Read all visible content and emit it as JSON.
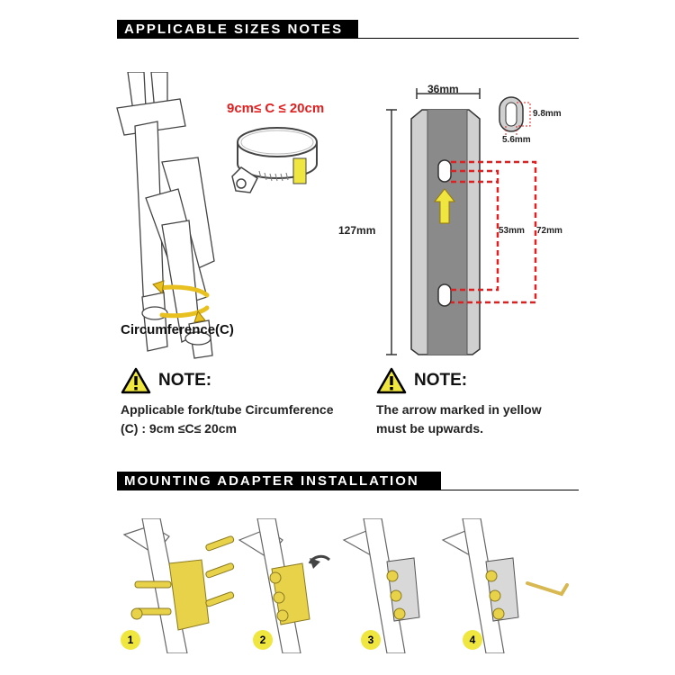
{
  "section1": {
    "title": "APPLICABLE SIZES NOTES :"
  },
  "section2": {
    "title": "MOUNTING ADAPTER INSTALLATION"
  },
  "clamp": {
    "range_label": "9cm≤ C ≤ 20cm"
  },
  "fork": {
    "circumference_label": "Circumference(C)"
  },
  "adapter": {
    "width_label": "36mm",
    "height_label": "127mm",
    "slot_h_label": "9.8mm",
    "slot_w_label": "5.6mm",
    "inner_spacing_label": "53mm",
    "outer_spacing_label": "72mm"
  },
  "note_left": {
    "title": "NOTE:",
    "line1": "Applicable fork/tube Circumference",
    "line2": "(C) : 9cm ≤C≤ 20cm"
  },
  "note_right": {
    "title": "NOTE:",
    "line1": "The arrow marked in yellow",
    "line2": "must be upwards."
  },
  "steps": [
    "1",
    "2",
    "3",
    "4"
  ],
  "colors": {
    "accent_yellow": "#f0e640",
    "dim_red": "#e02020",
    "adapter_gray": "#8a8a8a"
  }
}
